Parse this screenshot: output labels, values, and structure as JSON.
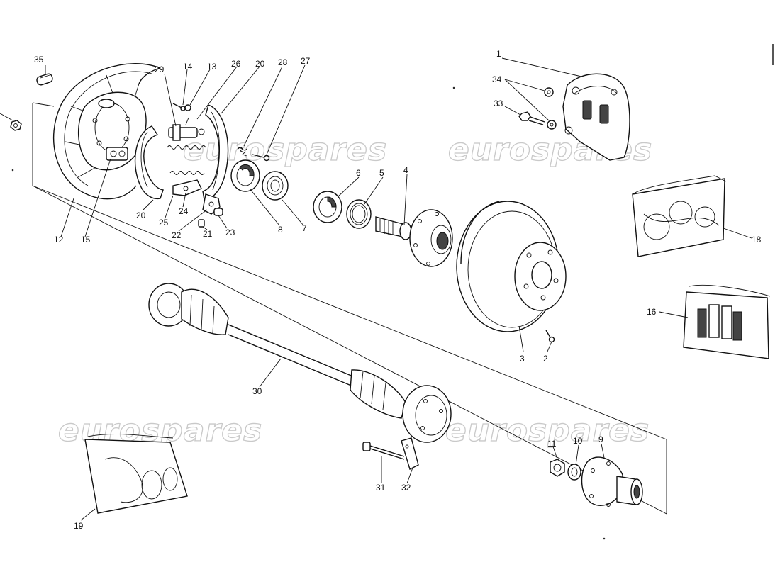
{
  "watermark": "eurospares",
  "parts": [
    {
      "id": "p1",
      "label": "1"
    },
    {
      "id": "p2",
      "label": "2"
    },
    {
      "id": "p3",
      "label": "3"
    },
    {
      "id": "p4",
      "label": "4"
    },
    {
      "id": "p5",
      "label": "5"
    },
    {
      "id": "p6",
      "label": "6"
    },
    {
      "id": "p7",
      "label": "7"
    },
    {
      "id": "p8",
      "label": "8"
    },
    {
      "id": "p9",
      "label": "9"
    },
    {
      "id": "p10",
      "label": "10"
    },
    {
      "id": "p11",
      "label": "11"
    },
    {
      "id": "p12",
      "label": "12"
    },
    {
      "id": "p13",
      "label": "13"
    },
    {
      "id": "p14",
      "label": "14"
    },
    {
      "id": "p15",
      "label": "15"
    },
    {
      "id": "p16",
      "label": "16"
    },
    {
      "id": "p18",
      "label": "18"
    },
    {
      "id": "p19",
      "label": "19"
    },
    {
      "id": "p20a",
      "label": "20"
    },
    {
      "id": "p20b",
      "label": "20"
    },
    {
      "id": "p21",
      "label": "21"
    },
    {
      "id": "p22",
      "label": "22"
    },
    {
      "id": "p23",
      "label": "23"
    },
    {
      "id": "p24",
      "label": "24"
    },
    {
      "id": "p25",
      "label": "25"
    },
    {
      "id": "p26",
      "label": "26"
    },
    {
      "id": "p27",
      "label": "27"
    },
    {
      "id": "p28",
      "label": "28"
    },
    {
      "id": "p29",
      "label": "29"
    },
    {
      "id": "p30",
      "label": "30"
    },
    {
      "id": "p31",
      "label": "31"
    },
    {
      "id": "p32",
      "label": "32"
    },
    {
      "id": "p33",
      "label": "33"
    },
    {
      "id": "p34",
      "label": "34"
    },
    {
      "id": "p35",
      "label": "35"
    }
  ],
  "colors": {
    "line": "#111111",
    "watermark": "#c9c9c9",
    "background": "#ffffff"
  }
}
